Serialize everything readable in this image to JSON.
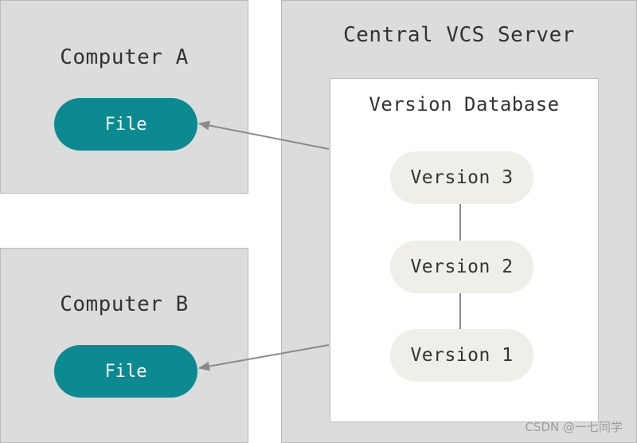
{
  "computer_a": {
    "title": "Computer A",
    "file_label": "File"
  },
  "computer_b": {
    "title": "Computer B",
    "file_label": "File"
  },
  "server": {
    "title": "Central VCS Server",
    "database": {
      "title": "Version Database",
      "versions": [
        "Version 3",
        "Version 2",
        "Version 1"
      ]
    }
  },
  "watermark": "CSDN @一七同学",
  "colors": {
    "box_fill": "#dcdcdc",
    "file_pill": "#0d8a91",
    "version_pill": "#efeee8",
    "arrow": "#8a8a8a"
  }
}
